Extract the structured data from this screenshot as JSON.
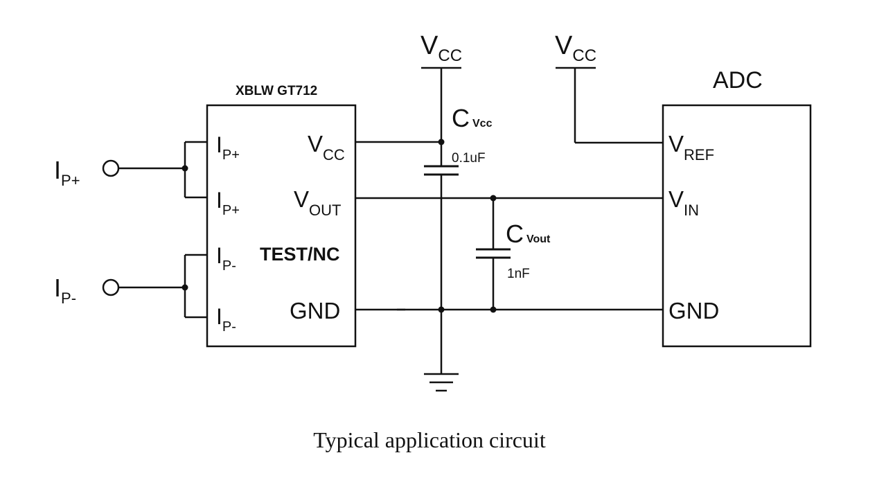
{
  "chip": {
    "name": "XBLW GT712",
    "pin_ipp_1": {
      "main": "I",
      "sub": "P+"
    },
    "pin_ipp_2": {
      "main": "I",
      "sub": "P+"
    },
    "pin_ipm_1": {
      "main": "I",
      "sub": "P-"
    },
    "pin_ipm_2": {
      "main": "I",
      "sub": "P-"
    },
    "pin_vcc": {
      "main": "V",
      "sub": "CC"
    },
    "pin_vout": {
      "main": "V",
      "sub": "OUT"
    },
    "pin_test": "TEST/NC",
    "pin_gnd": "GND"
  },
  "terminals": {
    "ip_plus": {
      "main": "I",
      "sub": "P+"
    },
    "ip_minus": {
      "main": "I",
      "sub": "P-"
    }
  },
  "supply": {
    "vcc_1": {
      "main": "V",
      "sub": "CC"
    },
    "vcc_2": {
      "main": "V",
      "sub": "CC"
    }
  },
  "capacitors": {
    "cvcc": {
      "main": "C",
      "sub": "Vcc",
      "value": "0.1uF"
    },
    "cvout": {
      "main": "C",
      "sub": "Vout",
      "value": "1nF"
    }
  },
  "adc": {
    "name": "ADC",
    "pin_vref": {
      "main": "V",
      "sub": "REF"
    },
    "pin_vin": {
      "main": "V",
      "sub": "IN"
    },
    "pin_gnd": "GND"
  },
  "caption": "Typical application circuit"
}
